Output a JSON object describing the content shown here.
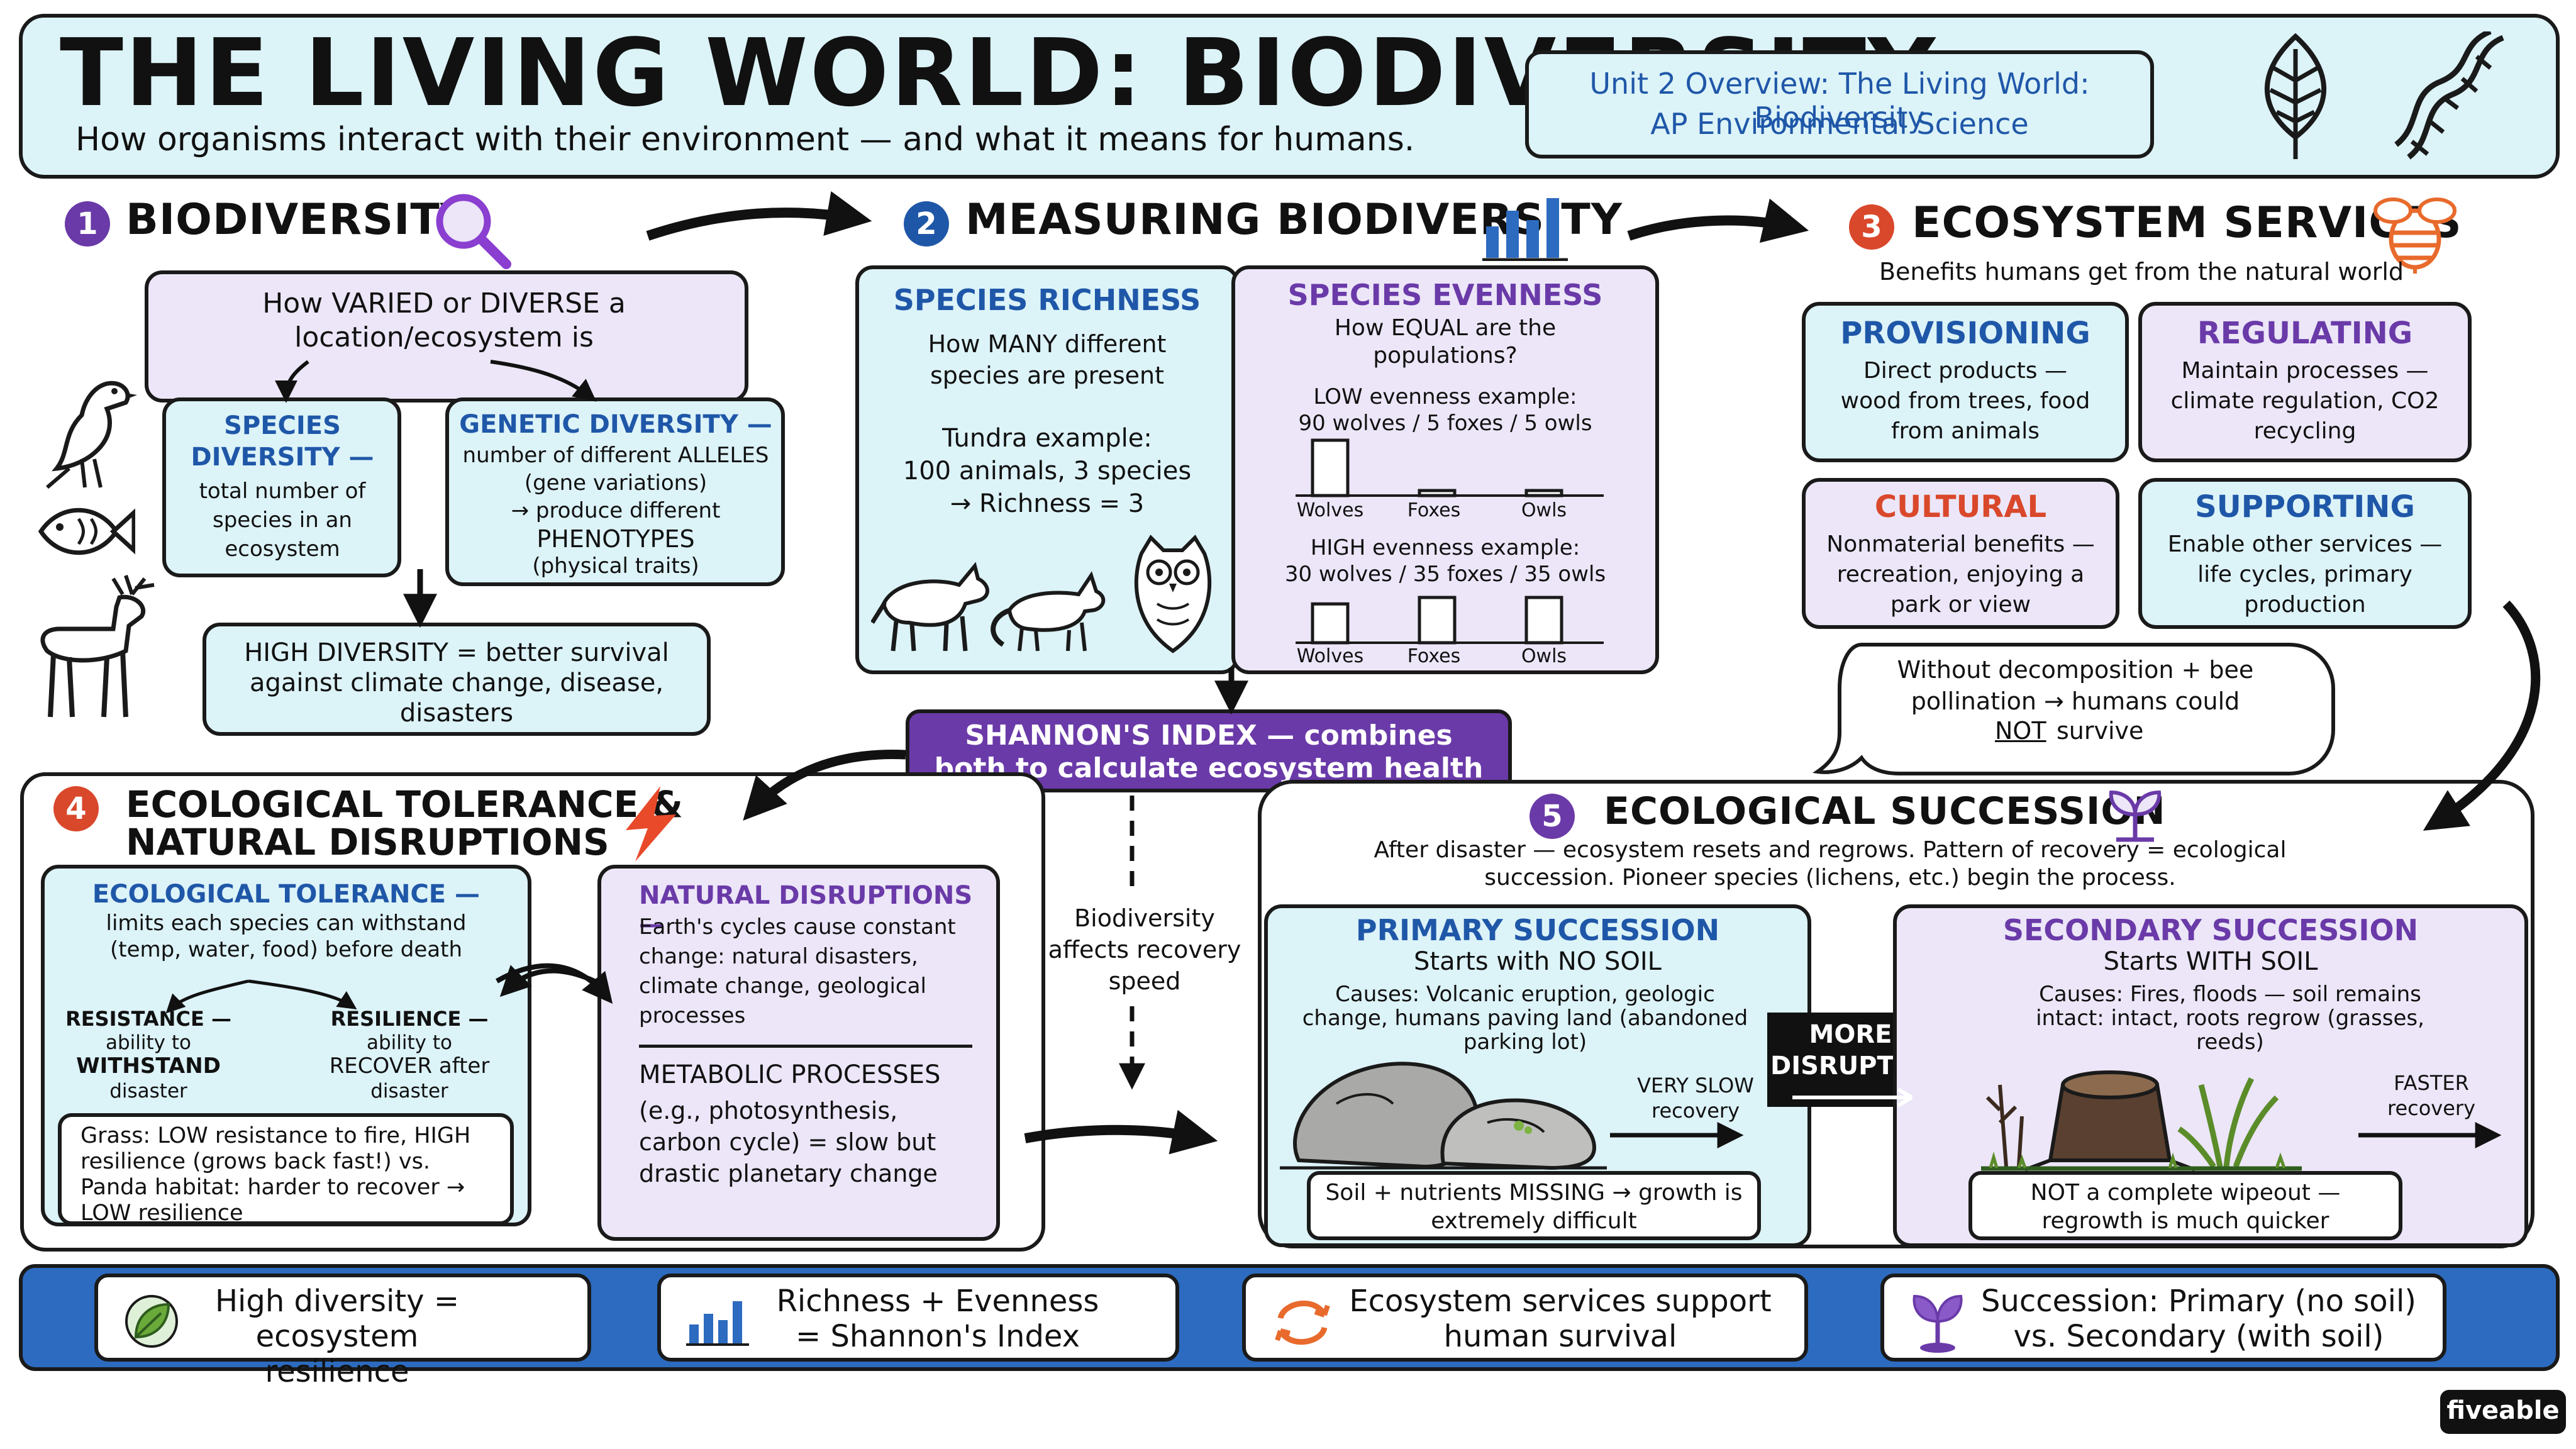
{
  "header": {
    "title": "THE LIVING WORLD: BIODIVERSITY",
    "subtitle": "How organisms interact with their environment — and what it means for humans.",
    "badge_line1": "Unit 2 Overview: The Living World: Biodiversity",
    "badge_line2": "AP Environmental Science"
  },
  "s1": {
    "num": "1",
    "title": "BIODIVERSITY",
    "def": "How VARIED or DIVERSE a location/ecosystem is",
    "species_title": "SPECIES DIVERSITY —",
    "species_body": "total number of species in an ecosystem",
    "genetic_title": "GENETIC DIVERSITY —",
    "genetic_body1": "number of different ALLELES (gene variations)",
    "genetic_body2": "→ produce different",
    "genetic_body3": "PHENOTYPES",
    "genetic_body4": "(physical traits)",
    "high": "HIGH DIVERSITY = better survival against climate change, disease, disasters"
  },
  "s2": {
    "num": "2",
    "title": "MEASURING BIODIVERSITY",
    "richness_title": "SPECIES RICHNESS",
    "richness_body": "How MANY different species are present",
    "tundra1": "Tundra example:",
    "tundra2": "100 animals, 3 species",
    "tundra3": "→ Richness = 3",
    "evenness_title": "SPECIES EVENNESS",
    "evenness_body": "How EQUAL are the populations?",
    "low_label": "LOW evenness example:",
    "low_values": "90 wolves / 5 foxes / 5 owls",
    "high_label": "HIGH evenness example:",
    "high_values": "30 wolves / 35 foxes / 35 owls",
    "bar_wolves": "Wolves",
    "bar_foxes": "Foxes",
    "bar_owls": "Owls",
    "shannon": "SHANNON'S INDEX — combines both to calculate ecosystem health"
  },
  "evenness_bars": {
    "low": [
      90,
      5,
      5
    ],
    "high": [
      30,
      35,
      35
    ]
  },
  "s3": {
    "num": "3",
    "title": "ECOSYSTEM SERVICES",
    "subtitle": "Benefits humans get from the natural world",
    "prov_title": "PROVISIONING",
    "prov_body": "Direct products — wood from trees, food from animals",
    "reg_title": "REGULATING",
    "reg_body": "Maintain processes — climate regulation, CO2 recycling",
    "cult_title": "CULTURAL",
    "cult_body": "Nonmaterial benefits — recreation, enjoying a park or view",
    "supp_title": "SUPPORTING",
    "supp_body": "Enable other services — life cycles, primary production",
    "bubble1": "Without decomposition + bee pollination → humans could",
    "bubble_not": "NOT",
    "bubble2": "survive"
  },
  "s4": {
    "num": "4",
    "title1": "ECOLOGICAL TOLERANCE &",
    "title2": "NATURAL DISRUPTIONS",
    "tol_title": "ECOLOGICAL TOLERANCE —",
    "tol_body": "limits each species can withstand (temp, water, food) before death",
    "resistance_title": "RESISTANCE —",
    "resistance_body1": "ability to",
    "resistance_key": "WITHSTAND",
    "resistance_body2": "disaster",
    "resilience_title": "RESILIENCE —",
    "resilience_body1": "ability to",
    "resilience_key": "RECOVER after",
    "resilience_body2": "disaster",
    "grass": "Grass: LOW resistance to fire, HIGH resilience (grows back fast!) vs. Panda habitat: harder to recover → LOW resilience",
    "nat_title": "NATURAL DISRUPTIONS —",
    "nat_body": "Earth's cycles cause constant change: natural disasters, climate change, geological processes",
    "meta_title": "METABOLIC PROCESSES",
    "meta_body": "(e.g., photosynthesis, carbon cycle) = slow but drastic planetary change",
    "affects": "Biodiversity affects recovery speed"
  },
  "s5": {
    "num": "5",
    "title": "ECOLOGICAL SUCCESSION",
    "intro": "After disaster — ecosystem resets and regrows. Pattern of recovery = ecological succession. Pioneer species (lichens, etc.) begin the process.",
    "prim_title": "PRIMARY SUCCESSION",
    "prim_sub": "Starts with NO SOIL",
    "prim_causes": "Causes: Volcanic eruption, geologic change, humans paving land (abandoned parking lot)",
    "prim_speed": "VERY SLOW recovery",
    "prim_note": "Soil + nutrients MISSING → growth is extremely difficult",
    "more": "MORE DISRUPTIVE",
    "sec_title": "SECONDARY SUCCESSION",
    "sec_sub": "Starts WITH SOIL",
    "sec_causes": "Causes: Fires, floods — soil remains intact: intact, roots regrow (grasses, reeds)",
    "sec_speed": "FASTER recovery",
    "sec_note": "NOT a complete wipeout — regrowth is much quicker"
  },
  "footer": {
    "item1": "High diversity = ecosystem resilience",
    "item2": "Richness + Evenness = Shannon's Index",
    "item3": "Ecosystem services support human survival",
    "item4": "Succession: Primary (no soil) vs. Secondary (with soil)",
    "brand": "fiveable"
  },
  "colors": {
    "light_blue": "#dcf3f8",
    "lavender": "#ece6f8",
    "purple": "#6a3aa8",
    "blue": "#1f57a8",
    "orange": "#d9482b",
    "footer_blue": "#2c6bbf"
  }
}
